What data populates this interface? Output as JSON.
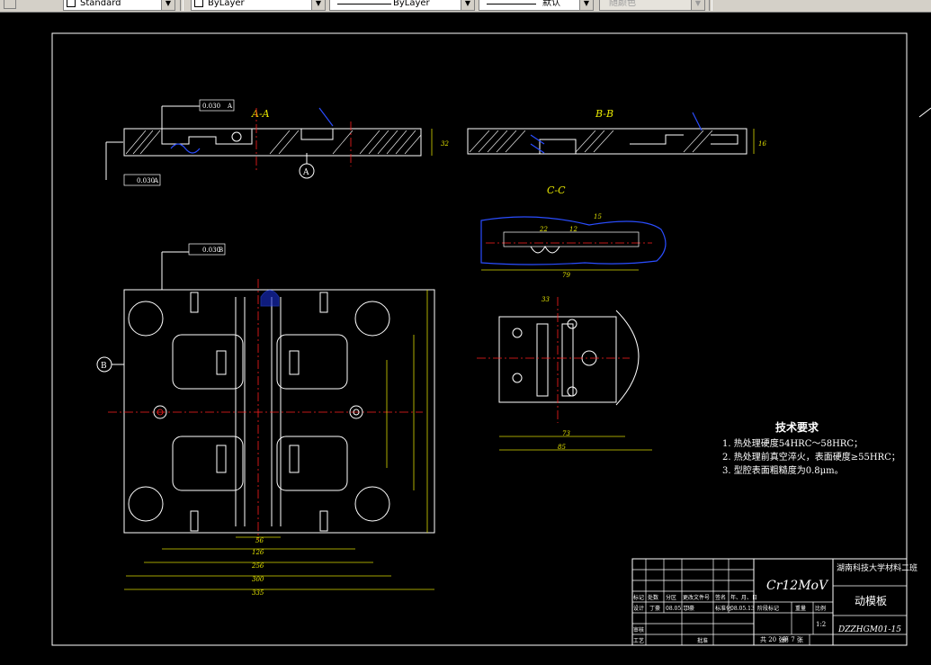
{
  "toolbar": {
    "style_value": "Standard",
    "layer_color_value": "ByLayer",
    "linetype_value": "ByLayer",
    "lineweight_value": "默认",
    "plotstyle_value": "随颜色"
  },
  "sections": {
    "aa": "A-A",
    "bb": "B-B",
    "cc": "C-C",
    "a_marker": "A",
    "b_marker": "B"
  },
  "tolerances": {
    "parallel_value": "0.030",
    "parallel_ref": "A",
    "perp_value": "0.030",
    "perp_ref": "A",
    "perp2_value": "0.030",
    "perp2_ref": "B"
  },
  "dimensions": {
    "width_overall": "335",
    "width_300": "300",
    "width_256": "256",
    "width_126": "126",
    "width_56": "56",
    "h_32": "32",
    "h_16": "16",
    "c_79": "79",
    "c_22": "22",
    "c_12": "12",
    "c_15": "15",
    "d_73": "73",
    "d_85": "85",
    "d_33": "33"
  },
  "tech_requirements": {
    "title": "技术要求",
    "items": [
      "1. 热处理硬度54HRC～58HRC；",
      "2. 热处理前真空淬火，表面硬度≥55HRC；",
      "3. 型腔表面粗糙度为0.8μm。"
    ]
  },
  "title_block": {
    "material": "Cr12MoV",
    "school": "湖南科技大学材料二班",
    "part_name": "动模板",
    "drawing_no": "DZZHGM01-15",
    "scale": "1:2",
    "total_sheets": "共 20 张",
    "sheet_no": "第 7 张",
    "date1": "08.05.13",
    "date2": "08.05.13",
    "designer": "丁豪",
    "checker": "丁豪",
    "header_labels": [
      "标记",
      "处数",
      "分区",
      "更改文件号",
      "签名",
      "年、月、日"
    ],
    "row_design": "设计",
    "row_std": "标准化",
    "row_stage": "阶段标记",
    "row_weight": "重量",
    "row_ratio": "比例",
    "row_review": "审核",
    "row_process": "工艺",
    "row_approve": "批准"
  },
  "colors": {
    "background": "#000000",
    "line": "#ffffff",
    "center": "#ff2020",
    "section": "#2a4dff",
    "dimension": "#e6e600"
  }
}
